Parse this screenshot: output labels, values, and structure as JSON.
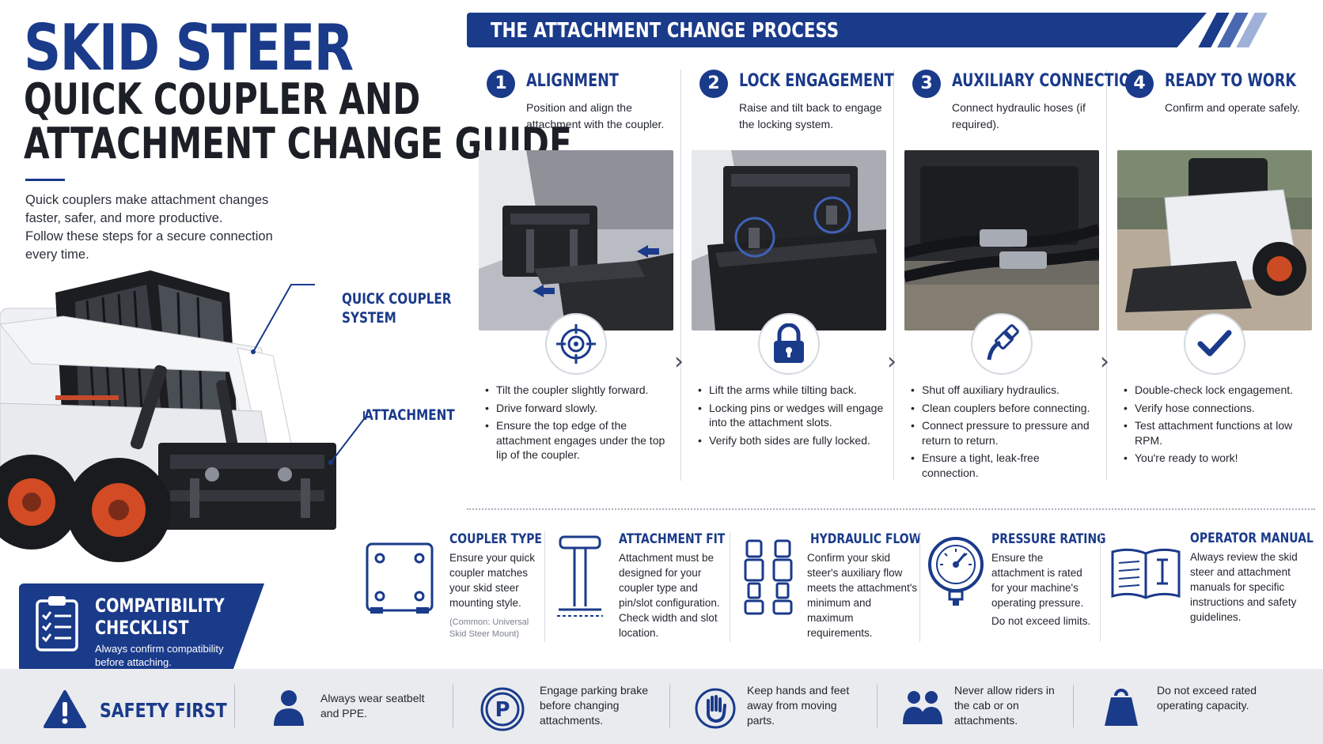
{
  "hero": {
    "title_line1": "SKID STEER",
    "title_line2": "QUICK COUPLER AND",
    "title_line3": "ATTACHMENT CHANGE GUIDE",
    "intro_line1": "Quick couplers make attachment changes faster, safer, and more productive.",
    "intro_line2": "Follow these steps for a secure connection every time.",
    "callout_coupler_1": "QUICK COUPLER",
    "callout_coupler_2": "SYSTEM",
    "callout_attachment": "ATTACHMENT"
  },
  "compat_box": {
    "title_1": "COMPATIBILITY",
    "title_2": "CHECKLIST",
    "subtitle": "Always confirm compatibility before attaching.",
    "icon": "clipboard-checklist-icon"
  },
  "process": {
    "title": "THE ATTACHMENT CHANGE PROCESS",
    "steps": [
      {
        "num": "1",
        "title": "ALIGNMENT",
        "desc": "Position and align the attachment with the coupler.",
        "icon": "crosshair-icon",
        "bullets": [
          "Tilt the coupler slightly forward.",
          "Drive forward slowly.",
          "Ensure the top edge of the attachment engages under the top lip of the coupler."
        ]
      },
      {
        "num": "2",
        "title": "LOCK ENGAGEMENT",
        "desc": "Raise and tilt back to engage the locking system.",
        "icon": "padlock-icon",
        "bullets": [
          "Lift the arms while tilting back.",
          "Locking pins or wedges will engage into the attachment slots.",
          "Verify both sides are fully locked."
        ]
      },
      {
        "num": "3",
        "title": "AUXILIARY CONNECTION",
        "desc": "Connect hydraulic hoses (if required).",
        "icon": "hydraulic-hose-icon",
        "bullets": [
          "Shut off auxiliary hydraulics.",
          "Clean couplers before connecting.",
          "Connect pressure to pressure and return to return.",
          "Ensure a tight, leak-free connection."
        ]
      },
      {
        "num": "4",
        "title": "READY TO WORK",
        "desc": "Confirm and operate safely.",
        "icon": "checkmark-icon",
        "bullets": [
          "Double-check lock engagement.",
          "Verify hose connections.",
          "Test attachment functions at low RPM.",
          "You're ready to work!"
        ]
      }
    ]
  },
  "compat_items": [
    {
      "title": "COUPLER TYPE",
      "text": "Ensure your quick coupler matches your skid steer mounting style.",
      "note": "(Common: Universal Skid Steer Mount)",
      "icon": "coupler-plate-icon"
    },
    {
      "title": "ATTACHMENT FIT",
      "text": "Attachment must be designed for your coupler type and pin/slot configuration. Check width and slot location.",
      "icon": "attachment-beam-icon"
    },
    {
      "title": "HYDRAULIC FLOW",
      "text": "Confirm your skid steer's auxiliary flow meets the attachment's minimum and maximum requirements.",
      "icon": "hydraulic-couplers-icon"
    },
    {
      "title": "PRESSURE RATING",
      "text": "Ensure the attachment is rated for your machine's operating pressure.",
      "text2": "Do not exceed limits.",
      "icon": "pressure-gauge-icon"
    },
    {
      "title": "OPERATOR MANUAL",
      "text": "Always review the skid steer and attachment manuals for specific instructions and safety guidelines.",
      "icon": "open-book-icon"
    }
  ],
  "safety": {
    "title": "SAFETY FIRST",
    "icon": "warning-triangle-icon",
    "items": [
      {
        "text": "Always wear seatbelt and PPE.",
        "icon": "person-icon"
      },
      {
        "text": "Engage parking brake before changing attachments.",
        "icon": "parking-brake-icon"
      },
      {
        "text": "Keep hands and feet away from moving parts.",
        "icon": "hand-stop-icon"
      },
      {
        "text": "Never allow riders in the cab or on attachments.",
        "icon": "people-icon"
      },
      {
        "text": "Do not exceed rated operating capacity.",
        "icon": "weight-icon"
      }
    ]
  },
  "colors": {
    "navy": "#1a3a8a",
    "accent_light": "#7c93c8",
    "footer_bg": "#e9ebef"
  }
}
